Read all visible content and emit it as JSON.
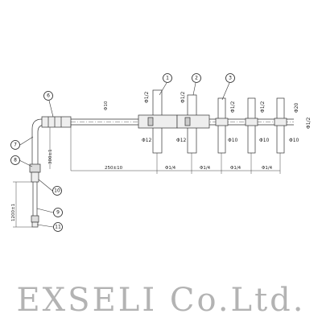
{
  "company": {
    "name": "EXSELI Co.Ltd."
  },
  "callouts": [
    "1",
    "2",
    "3",
    "6",
    "7",
    "8",
    "9",
    "10",
    "11"
  ],
  "dimensions": {
    "main_length": "250±10",
    "vertical_offset": "300±1",
    "lower_length": "1200±1",
    "tube_dia": "Φ10",
    "bottom_1": "Φ1/4",
    "bottom_2": "Φ1/4",
    "bottom_3": "Φ1/4",
    "bottom_4": "Φ1/4"
  },
  "element_labels": {
    "e1_top": "Φ1/2",
    "e1_low": "Φ12",
    "e2_top": "Φ1/2",
    "e2_low": "Φ12",
    "e3_top": "Φ1/2",
    "e3_low": "Φ10",
    "e4_top": "Φ1/2",
    "e4_low": "Φ10",
    "e5_low": "Φ10",
    "end_1": "Φ20",
    "end_2": "Φ1/2"
  }
}
